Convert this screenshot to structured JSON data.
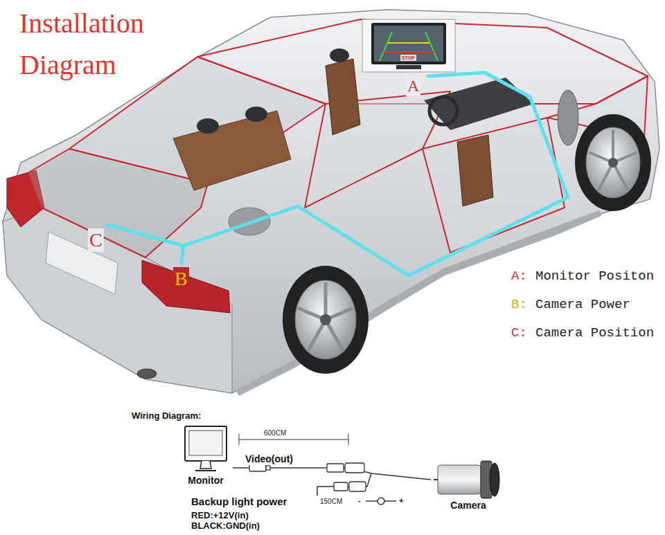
{
  "diagram": {
    "title": "Installation Diagram",
    "nodes": [
      {
        "text": [
          "Monitor"
        ]
      },
      {
        "text": [
          "Camera"
        ]
      }
    ],
    "edges": [
      {
        "from": 0,
        "to": 1,
        "arrow": "none",
        "label": "Video(out)"
      }
    ],
    "labels": [
      "A",
      "B",
      "C",
      "STOP",
      "A:",
      "Monitor Positon",
      "B:",
      "Camera Power",
      "C:",
      "Camera Position",
      "Wiring Diagram:",
      "600CM",
      "Backup light power",
      "RED:+12V(in)",
      "BLACK:GND(in)",
      "150CM",
      "-",
      "+"
    ]
  }
}
